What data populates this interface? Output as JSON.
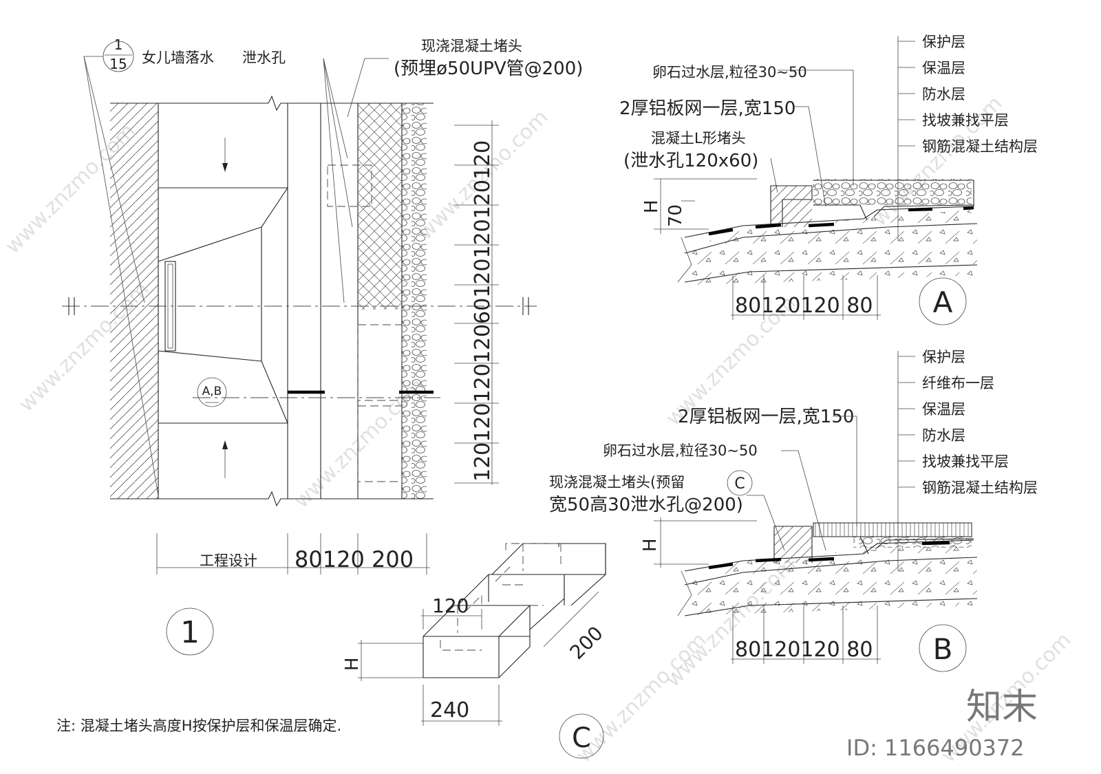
{
  "colors": {
    "line": "#222222",
    "background": "#ffffff",
    "watermark": "#bbbbbb"
  },
  "plan": {
    "callout_top": "1",
    "callout_bottom": "15",
    "callout_text": "女儿墙落水",
    "drain_hole": "泄水孔",
    "cast_head": "现浇混凝土堵头",
    "cast_head_note": "(预埋ø50UPV管@200)",
    "section_ref": "A,B",
    "vertical_dims": "12012012012060120120120120",
    "horizontal_dims": "80120 200",
    "project": "工程设计",
    "view_number": "1"
  },
  "detail_a": {
    "gravel": "卵石过水层,粒径30~50",
    "mesh": "2厚铝板网一层,宽150",
    "l_head": "混凝土L形堵头",
    "l_head_note": "(泄水孔120x60)",
    "dim_h": "H",
    "dim_70": "70",
    "dims": "80120120 80",
    "label": "A",
    "layers": [
      "保护层",
      "保温层",
      "防水层",
      "找坡兼找平层",
      "钢筋混凝土结构层"
    ]
  },
  "detail_b": {
    "mesh": "2厚铝板网一层,宽150",
    "gravel": "卵石过水层,粒径30~50",
    "cast_head": "现浇混凝土堵头(预留",
    "cast_head_note": "宽50高30泄水孔@200)",
    "ref_c": "C",
    "dim_h": "H",
    "dims": "80120120 80",
    "label": "B",
    "layers": [
      "保护层",
      "纤维布一层",
      "保温层",
      "防水层",
      "找坡兼找平层",
      "钢筋混凝土结构层"
    ]
  },
  "detail_c": {
    "dim_120": "120",
    "dim_200": "200",
    "dim_h": "H",
    "dim_240": "240",
    "label": "C"
  },
  "note": "注:  混凝土堵头高度H按保护层和保温层确定.",
  "brand": "知末",
  "id_text": "ID: 1166490372",
  "watermark": "www.znzmo.com"
}
